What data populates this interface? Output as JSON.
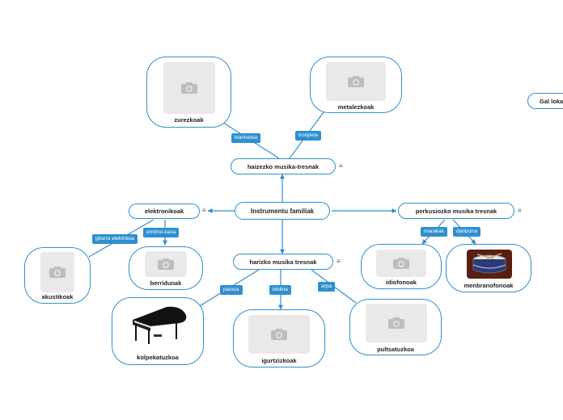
{
  "root": {
    "label": "Instrumentu familiak"
  },
  "branches": {
    "haizezko": "haizezko musika-tresnak",
    "elektronikoak": "elektronikoak",
    "perkusio": "perkusiozko musika tresnak",
    "harizko": "harizko musika tresnak"
  },
  "float_node": "Gal loka",
  "cards": {
    "zurezkoak": "zurezkoak",
    "metalezkoak": "metalezkoak",
    "akustikoak": "akustikoak",
    "berridunak": "berridunak",
    "idiofonoak": "idiofonoak",
    "menbranofonoak": "menbranofonoak",
    "kolpekatuzkoa": "kolpekatuzkoa",
    "igurtzizkoak": "igurtzizkoak",
    "pultsatuzkoa": "pultsatuzkoa"
  },
  "tags": {
    "klarinetea": "klarinetea",
    "tronpeta": "tronpeta",
    "erritmo_kaxa": "erritmo-kaxa",
    "gitarra_elektrikoa": "gitarra elektrikoa",
    "marakak": "marakak",
    "danborra": "danborra",
    "pianoa": "pianoa",
    "biolina": "biolina",
    "arpa": "arpa"
  },
  "icons": {
    "menu": "≡",
    "image_placeholder": "camera-icon"
  },
  "colors": {
    "accent": "#2f8fd0",
    "placeholder": "#e9e9e9"
  }
}
